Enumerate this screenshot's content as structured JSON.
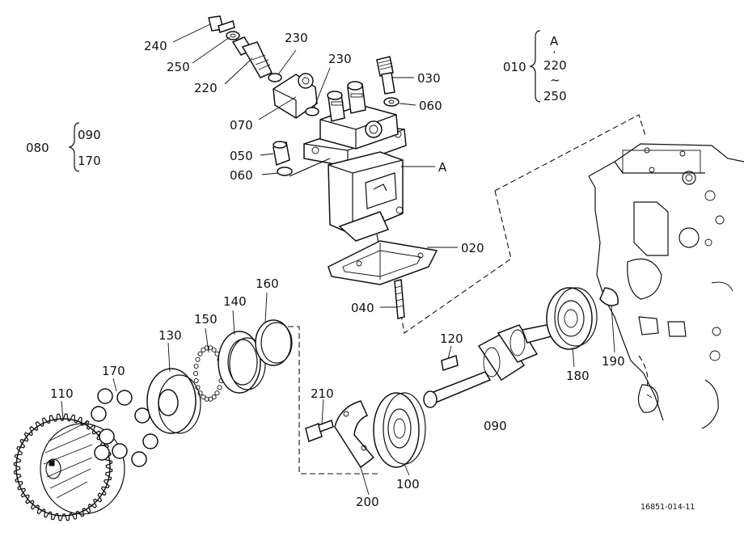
{
  "labels": {
    "p240": "240",
    "p250": "250",
    "p220": "220",
    "p230a": "230",
    "p230b": "230",
    "p070": "070",
    "p030": "030",
    "p060a": "060",
    "p060b": "060",
    "p050": "050",
    "pA": "A",
    "p020": "020",
    "p040": "040",
    "p160": "160",
    "p140": "140",
    "p150": "150",
    "p130": "130",
    "p170": "170",
    "p110": "110",
    "p210": "210",
    "p200": "200",
    "p100": "100",
    "p120": "120",
    "p090": "090",
    "p180": "180",
    "p190": "190"
  },
  "groups": {
    "g010": {
      "code": "010",
      "top": "A",
      "dot": "·",
      "mid": "220",
      "tilde": "~",
      "bot": "250"
    },
    "g080": {
      "code": "080",
      "top": "090",
      "bot": "170"
    }
  },
  "figure_code": "16851-014-11"
}
